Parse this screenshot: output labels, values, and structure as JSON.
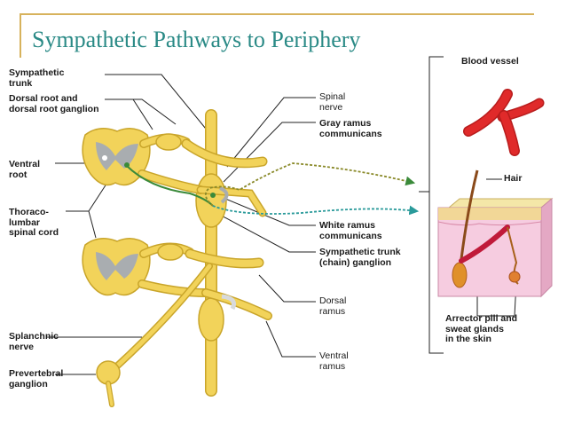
{
  "title": "Sympathetic Pathways to Periphery",
  "labels": {
    "sympathetic_trunk": [
      "Sympathetic",
      "trunk"
    ],
    "dorsal_root": [
      "Dorsal root and",
      "dorsal root ganglion"
    ],
    "ventral_root": [
      "Ventral",
      "root"
    ],
    "spinal_cord": [
      "Thoraco-",
      "lumbar",
      "spinal cord"
    ],
    "splanchnic_nerve": [
      "Splanchnic",
      "nerve"
    ],
    "prevertebral_ganglion": [
      "Prevertebral",
      "ganglion"
    ],
    "spinal_nerve": [
      "Spinal",
      "nerve"
    ],
    "gray_ramus": [
      "Gray ramus",
      "communicans"
    ],
    "white_ramus": [
      "White ramus",
      "communicans"
    ],
    "chain_ganglion": [
      "Sympathetic trunk",
      "(chain) ganglion"
    ],
    "dorsal_ramus": [
      "Dorsal",
      "ramus"
    ],
    "ventral_ramus": [
      "Ventral",
      "ramus"
    ],
    "blood_vessel": "Blood vessel",
    "hair": "Hair",
    "skin_targets": [
      "Arrector pili and",
      "sweat glands",
      "in the skin"
    ]
  },
  "colors": {
    "title": "#2a8a86",
    "frame": "#d7b25c",
    "nerve": "#f2d35a",
    "nerve_outline": "#c9a52a",
    "cord_gray": "#a9adb0",
    "pathway_green": "#3a8a3a",
    "vessel_red": "#e02a2a",
    "skin_pink": "#f6cce0"
  }
}
